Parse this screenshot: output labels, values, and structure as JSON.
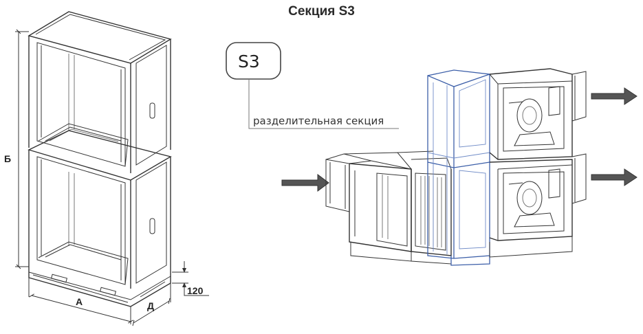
{
  "title": "Секция S3",
  "callout": {
    "badge": "S3",
    "label": "разделительная секция"
  },
  "dimensions": {
    "width": "А",
    "height": "Б",
    "depth": "Д",
    "base_height": "120"
  },
  "colors": {
    "highlight": "#3b5ea8",
    "line": "#333333",
    "arrow": "#4a4a4a"
  }
}
